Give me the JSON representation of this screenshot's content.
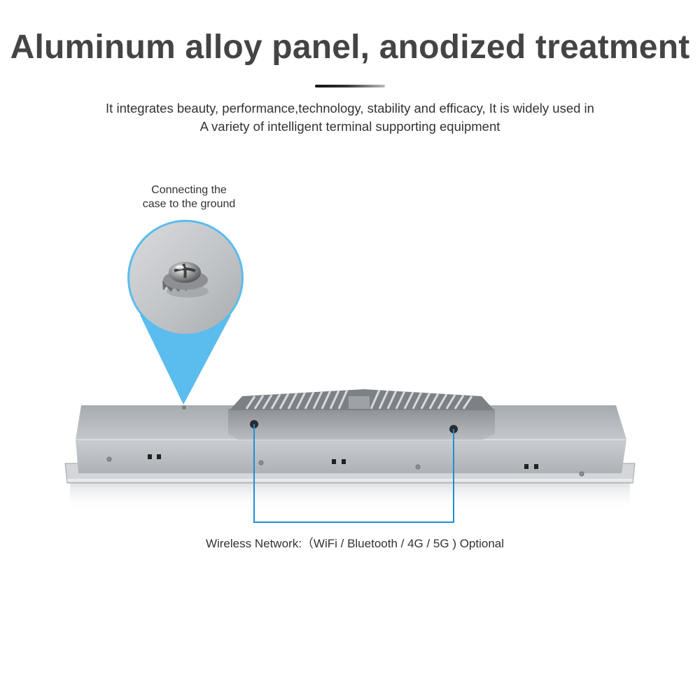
{
  "header": {
    "title": "Aluminum alloy panel, anodized treatment",
    "subtitle_line1": "It integrates beauty, performance,technology, stability and efficacy, It is widely used in",
    "subtitle_line2": "A variety of intelligent terminal supporting equipment"
  },
  "grounding_callout": {
    "line1": "Connecting the",
    "line2": "case to the ground"
  },
  "antenna_callout": {
    "text": "Wireless Network:（WiFi / Bluetooth / 4G / 5G ) Optional"
  },
  "colors": {
    "accent_blue": "#1e8fd6",
    "callout_blue": "#5bbcee",
    "panel_gray": "#b4b8bc",
    "title_gray": "#444444"
  }
}
